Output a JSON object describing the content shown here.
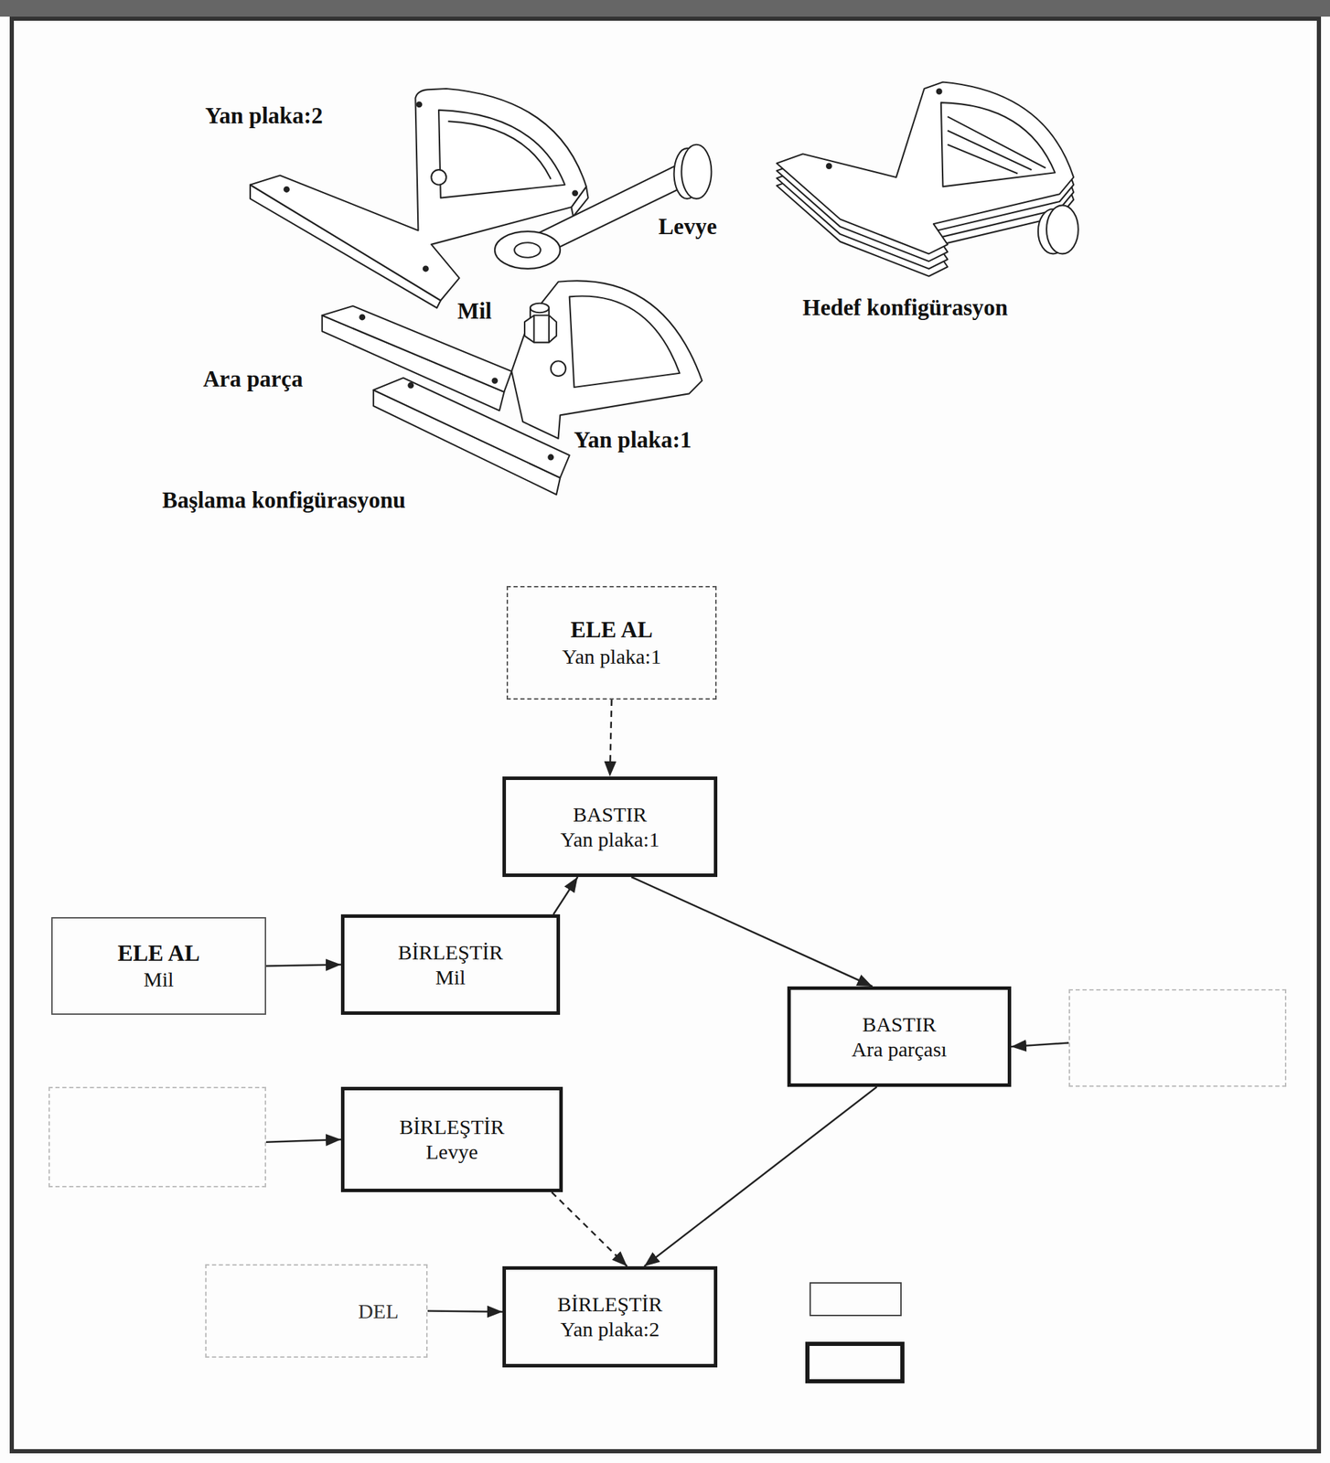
{
  "diagram": {
    "nodes": [
      {
        "text": [
          "ELE AL",
          "Yan plaka:1"
        ]
      },
      {
        "text": [
          "BASTIR",
          "Yan plaka:1"
        ]
      },
      {
        "text": [
          "ELE AL",
          "Mil"
        ]
      },
      {
        "text": [
          "BİRLEŞTİR",
          "Mil"
        ]
      },
      {
        "text": [
          "BASTIR",
          "Ara parçası"
        ]
      },
      {
        "text": []
      },
      {
        "text": []
      },
      {
        "text": [
          "BİRLEŞTİR",
          "Levye"
        ]
      },
      {
        "text": [
          "DEL"
        ]
      },
      {
        "text": [
          "BİRLEŞTİR",
          "Yan plaka:2"
        ]
      }
    ],
    "edges": [
      {
        "from": 0,
        "to": 1,
        "arrow": "to"
      },
      {
        "from": 1,
        "to": 4,
        "arrow": "to"
      },
      {
        "from": 3,
        "to": 1,
        "arrow": "to"
      },
      {
        "from": 2,
        "to": 3,
        "arrow": "to"
      },
      {
        "from": 5,
        "to": 4,
        "arrow": "to"
      },
      {
        "from": 6,
        "to": 7,
        "arrow": "to"
      },
      {
        "from": 7,
        "to": 9,
        "arrow": "to"
      },
      {
        "from": 4,
        "to": 9,
        "arrow": "to"
      },
      {
        "from": 8,
        "to": 9,
        "arrow": "to"
      }
    ],
    "labels": [
      "Yan plaka:2",
      "Levye",
      "Mil",
      "Ara parça",
      "Yan plaka:1",
      "Başlama konfigürasyonu",
      "Hedef konfigürasyon"
    ]
  }
}
